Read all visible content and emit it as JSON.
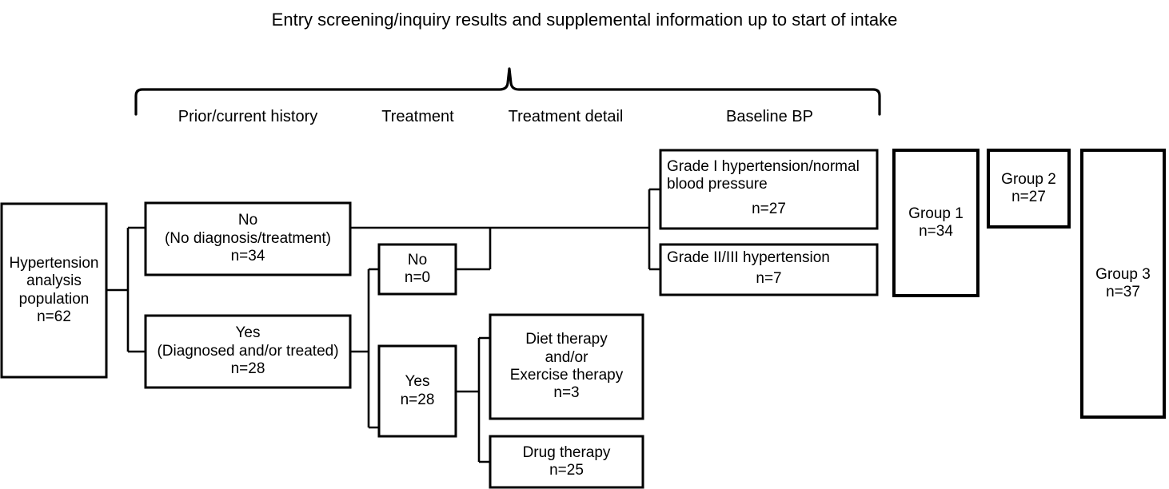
{
  "figure": {
    "title": "Entry screening/inquiry results and supplemental information up to start of intake",
    "type": "flowchart",
    "background_color": "#ffffff",
    "line_color": "#000000"
  },
  "column_headers": [
    {
      "label": "Prior/current history"
    },
    {
      "label": "Treatment"
    },
    {
      "label": "Treatment detail"
    },
    {
      "label": "Baseline BP"
    }
  ],
  "nodes": {
    "population": {
      "line1": "Hypertension",
      "line2": "analysis",
      "line3": "population",
      "line4": "n=62"
    },
    "history_no": {
      "line1": "No",
      "line2": "(No diagnosis/treatment)",
      "line3": "n=34"
    },
    "history_yes": {
      "line1": "Yes",
      "line2": "(Diagnosed and/or treated)",
      "line3": "n=28"
    },
    "treatment_no": {
      "line1": "No",
      "line2": "n=0"
    },
    "treatment_yes": {
      "line1": "Yes",
      "line2": "n=28"
    },
    "diet_exercise": {
      "line1": "Diet therapy",
      "line2": "and/or",
      "line3": "Exercise therapy",
      "line4": "n=3"
    },
    "drug_therapy": {
      "line1": "Drug therapy",
      "line2": "n=25"
    },
    "bp_grade1": {
      "line1": "Grade I hypertension/normal",
      "line2": "blood pressure",
      "line3": "n=27"
    },
    "bp_grade23": {
      "line1": "Grade II/III hypertension",
      "line2": "n=7"
    },
    "group1": {
      "line1": "Group 1",
      "line2": "n=34"
    },
    "group2": {
      "line1": "Group 2",
      "line2": "n=27"
    },
    "group3": {
      "line1": "Group 3",
      "line2": "n=37"
    }
  },
  "chart_data": {
    "type": "flowchart",
    "title": "Entry screening/inquiry results and supplemental information up to start of intake",
    "stages": [
      "Prior/current history",
      "Treatment",
      "Treatment detail",
      "Baseline BP"
    ],
    "counts": {
      "Hypertension analysis population": 62,
      "No (No diagnosis/treatment)": 34,
      "Yes (Diagnosed and/or treated)": 28,
      "Treatment: No": 0,
      "Treatment: Yes": 28,
      "Diet therapy and/or Exercise therapy": 3,
      "Drug therapy": 25,
      "Grade I hypertension/normal blood pressure": 27,
      "Grade II/III hypertension": 7,
      "Group 1": 34,
      "Group 2": 27,
      "Group 3": 37
    }
  }
}
